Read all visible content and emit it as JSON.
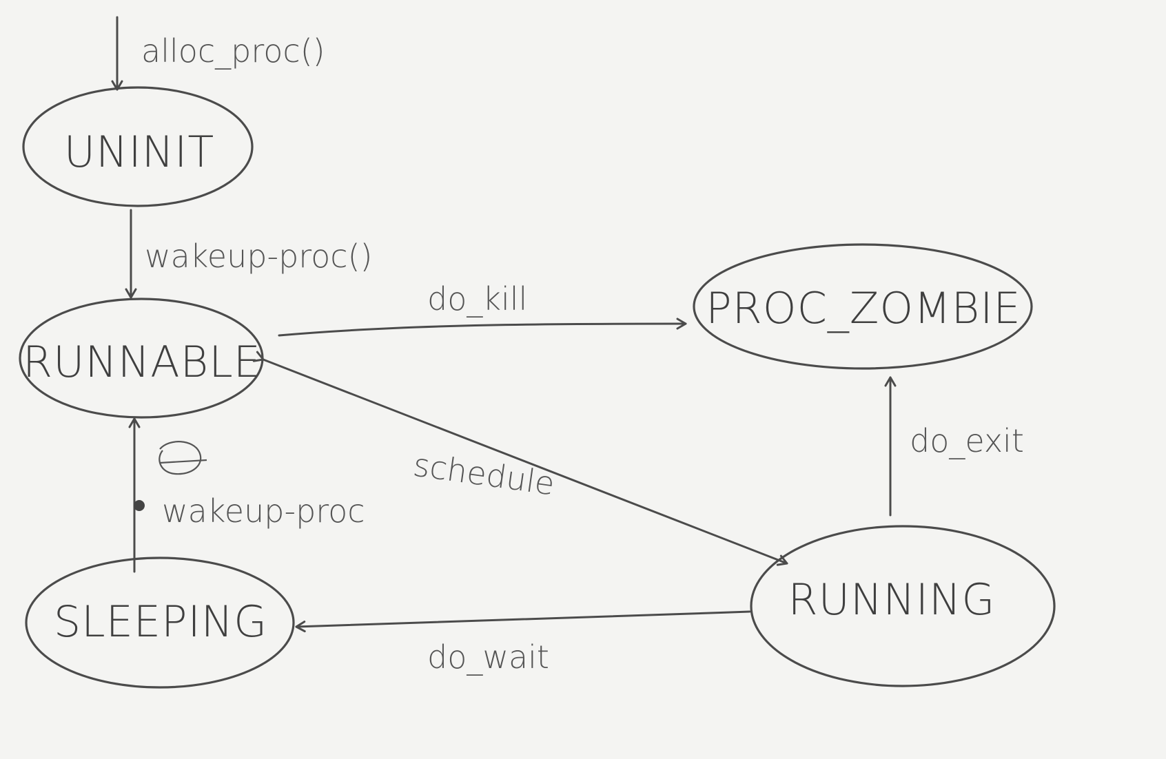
{
  "diagram": {
    "nodes": {
      "uninit": "UNINIT",
      "runnable": "RUNNABLE",
      "proc_zombie": "PROC_ZOMBIE",
      "sleeping": "SLEEPING",
      "running": "RUNNING"
    },
    "edges": {
      "alloc_proc": "alloc_proc()",
      "wakeup_proc_1": "wakeup-proc()",
      "do_kill": "do_kill",
      "schedule": "schedule",
      "do_exit": "do_exit",
      "wakeup_proc_2": "wakeup-proc",
      "do_wait": "do_wait"
    }
  }
}
